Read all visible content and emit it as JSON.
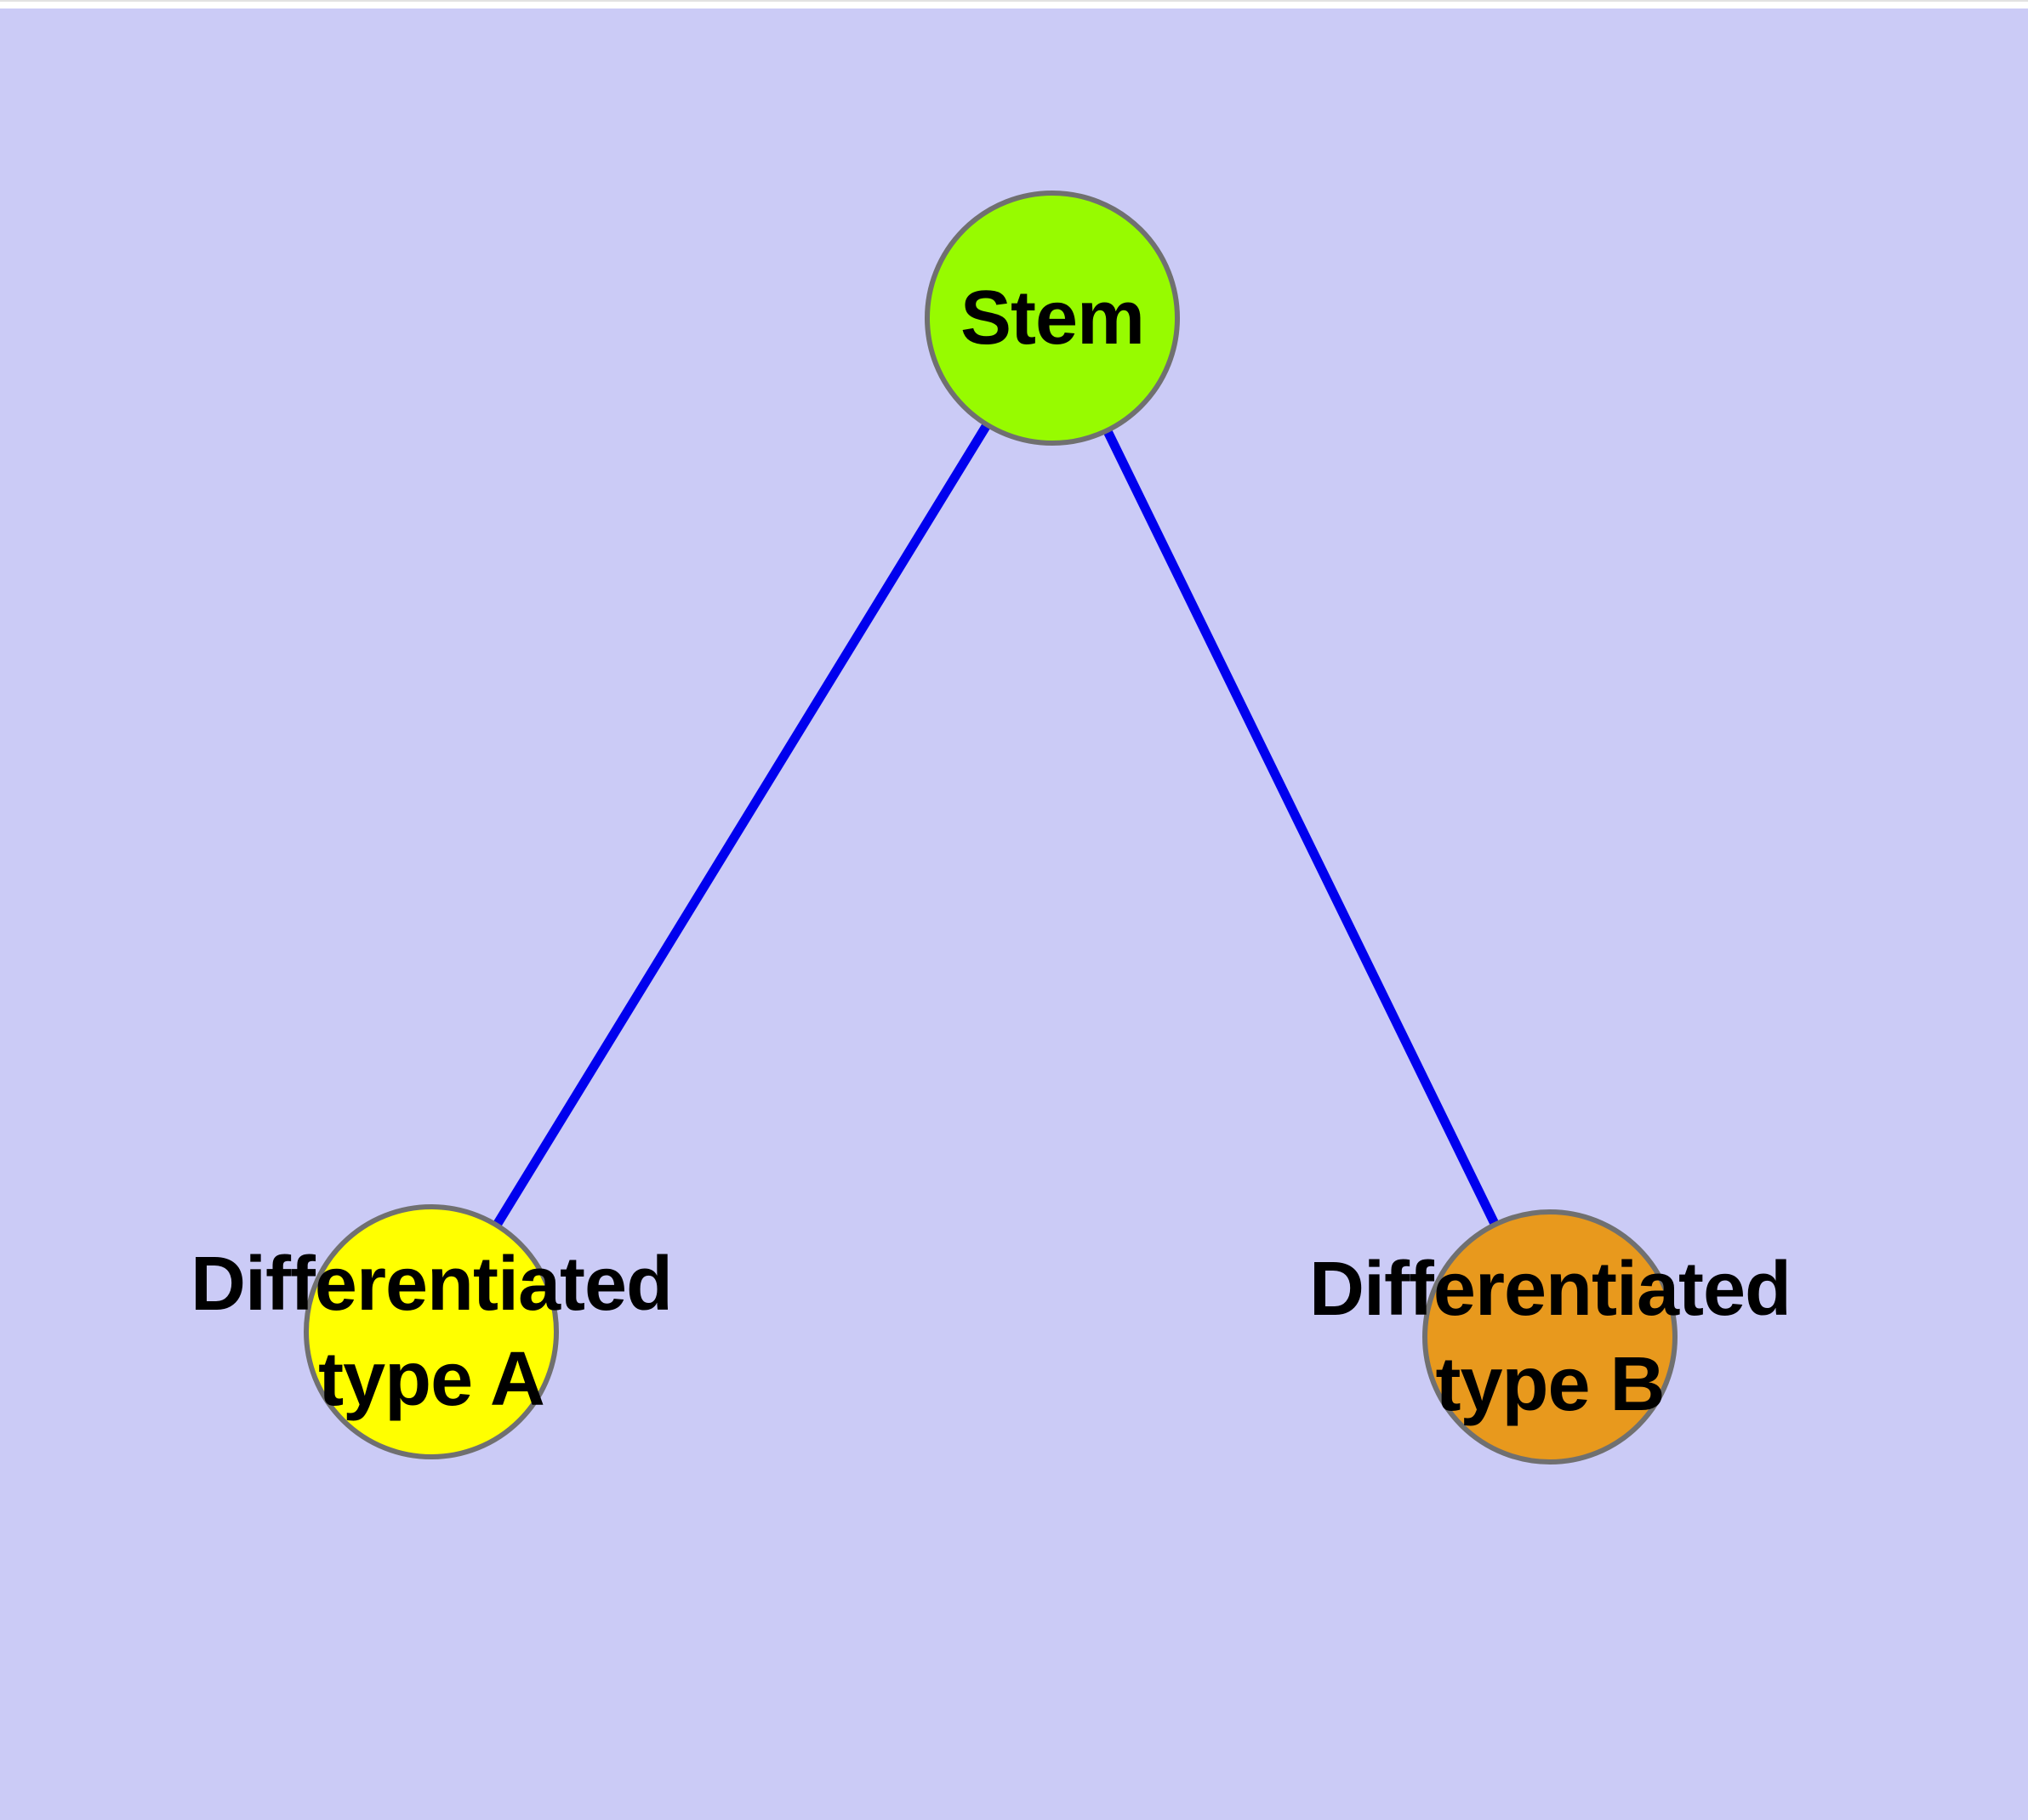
{
  "page": {
    "background_color": "#ffffff"
  },
  "diagram": {
    "canvas_color": "#cbcbf6",
    "edge_color": "#0000ee",
    "node_border_color": "#707070",
    "label_color": "#000000",
    "nodes": [
      {
        "id": "stem",
        "label": "Stem",
        "fill": "#97fb00"
      },
      {
        "id": "type-a",
        "label": "Differentiated\ntype A",
        "fill": "#ffff00"
      },
      {
        "id": "type-b",
        "label": "Differentiated\ntype B",
        "fill": "#e8991d"
      }
    ],
    "edges": [
      {
        "from": "Stem",
        "to": "Differentiated type A"
      },
      {
        "from": "Stem",
        "to": "Differentiated type B"
      }
    ]
  }
}
